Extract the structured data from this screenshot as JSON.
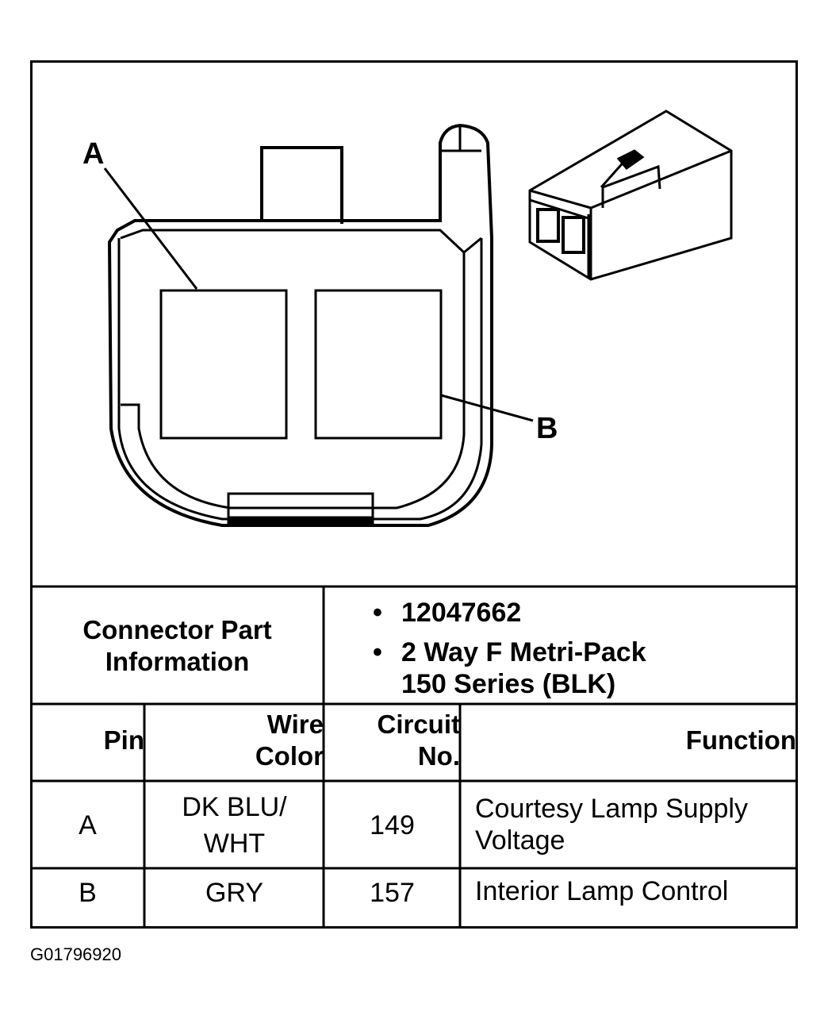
{
  "diagram": {
    "label_a": "A",
    "label_b": "B"
  },
  "connector_info": {
    "label_line1": "Connector Part",
    "label_line2": "Information",
    "part_number": "12047662",
    "description_line1": "2 Way F Metri-Pack",
    "description_line2": "150 Series (BLK)",
    "bullet": "•"
  },
  "table": {
    "headers": {
      "pin": "Pin",
      "wire_color_line1": "Wire",
      "wire_color_line2": "Color",
      "circuit_line1": "Circuit",
      "circuit_line2": "No.",
      "function": "Function"
    },
    "rows": [
      {
        "pin": "A",
        "wire_color_line1": "DK BLU/",
        "wire_color_line2": "WHT",
        "circuit": "149",
        "function_line1": "Courtesy Lamp Supply",
        "function_line2": "Voltage"
      },
      {
        "pin": "B",
        "wire_color_line1": "GRY",
        "wire_color_line2": "",
        "circuit": "157",
        "function_line1": "Interior Lamp Control",
        "function_line2": ""
      }
    ]
  },
  "figure_id": "G01796920"
}
